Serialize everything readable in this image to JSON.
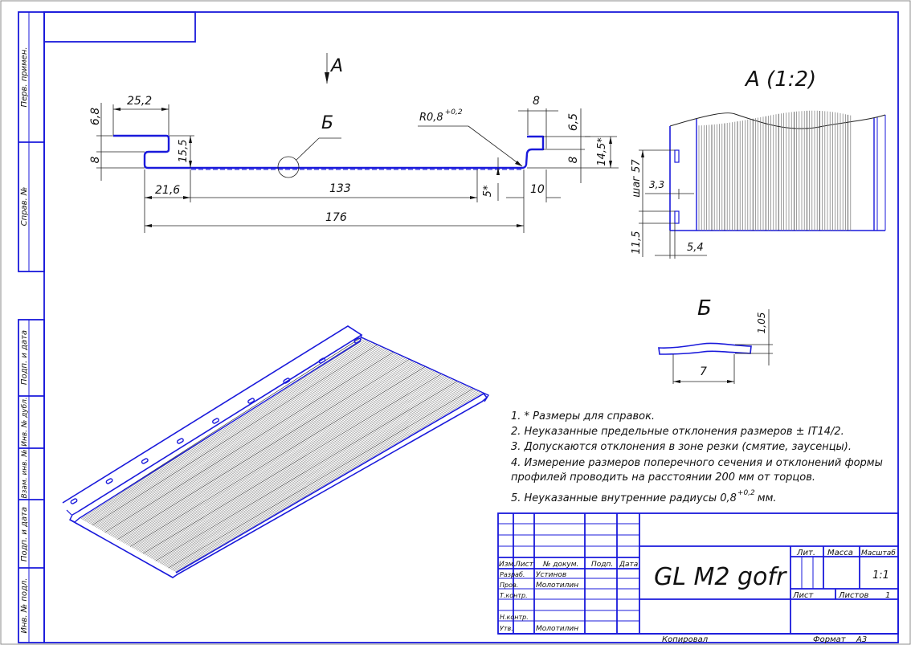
{
  "drawing": {
    "title": "GL M2 gofr",
    "format_label": "Формат",
    "format_value": "А3",
    "copied_label": "Копировал",
    "scale_value": "1:1",
    "sheets_count": "1"
  },
  "side_stamp": {
    "cells": [
      "Перв. примен.",
      "Справ. №",
      "Подп. и дата",
      "Инв. № дубл.",
      "Взам. инв. №",
      "Подп. и дата",
      "Инв. № подл."
    ]
  },
  "title_block": {
    "headers": {
      "izm": "Изм.",
      "list": "Лист",
      "doc_no": "№ докум.",
      "sign": "Подп.",
      "date": "Дата"
    },
    "roles": [
      {
        "role": "Разраб.",
        "name": "Устинов"
      },
      {
        "role": "Пров.",
        "name": "Молотилин"
      },
      {
        "role": "Т.контр.",
        "name": ""
      },
      {
        "role": "",
        "name": ""
      },
      {
        "role": "Н.контр.",
        "name": ""
      },
      {
        "role": "Утв.",
        "name": "Молотилин"
      }
    ],
    "lit_label": "Лит.",
    "mass_label": "Масса",
    "scale_label": "Масштаб",
    "sheet_label": "Лист",
    "sheets_label": "Листов"
  },
  "section_view": {
    "view_arrow_label": "А",
    "detail_label": "Б",
    "radius_note": "R0,8",
    "radius_tol": "+0,2",
    "dims": {
      "top_left_width": "25,2",
      "top_left_height": "6,8",
      "left_step": "8",
      "left_total": "15,5",
      "left_offset": "21,6",
      "middle": "133",
      "overall": "176",
      "right_small": "5*",
      "right_offset": "10",
      "right_top_width": "8",
      "right_top_height": "6,5",
      "right_step": "8",
      "right_total": "14,5*"
    }
  },
  "view_a": {
    "label": "А (1:2)",
    "dims": {
      "pitch": "шаг 57",
      "slot_width": "3,3",
      "slot_offset": "5,4",
      "edge_offset": "11,5"
    }
  },
  "detail_b": {
    "label": "Б",
    "dims": {
      "width": "7",
      "height": "1,05"
    }
  },
  "notes": [
    "1. * Размеры для справок.",
    "2. Неуказанные предельные отклонения размеров ± IT14/2.",
    "3. Допускаются отклонения в зоне резки (смятие, заусенцы).",
    "4. Измерение размеров поперечного сечения и отклонений формы",
    "профилей проводить на расстоянии 200 мм от торцов.",
    "5. Неуказанные внутренние радиусы 0,8",
    "+0,2",
    "мм."
  ],
  "colors": {
    "line_blue": "#1a1adb",
    "ink": "#111111"
  }
}
